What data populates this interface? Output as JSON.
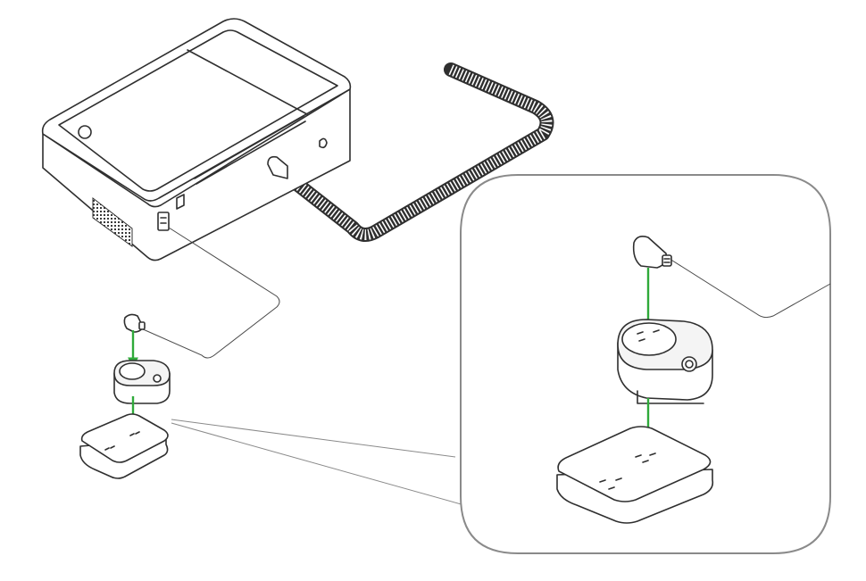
{
  "colors": {
    "line": "#2f2f2f",
    "arrow": "#2faa3a",
    "callout_border": "#8a8a8a",
    "background": "#ffffff"
  },
  "icons": [
    "printer-device",
    "coiled-exhaust-hose",
    "power-cable",
    "angled-plug",
    "smart-plug-adapter",
    "wall-outlet-plate",
    "zoom-callout"
  ]
}
